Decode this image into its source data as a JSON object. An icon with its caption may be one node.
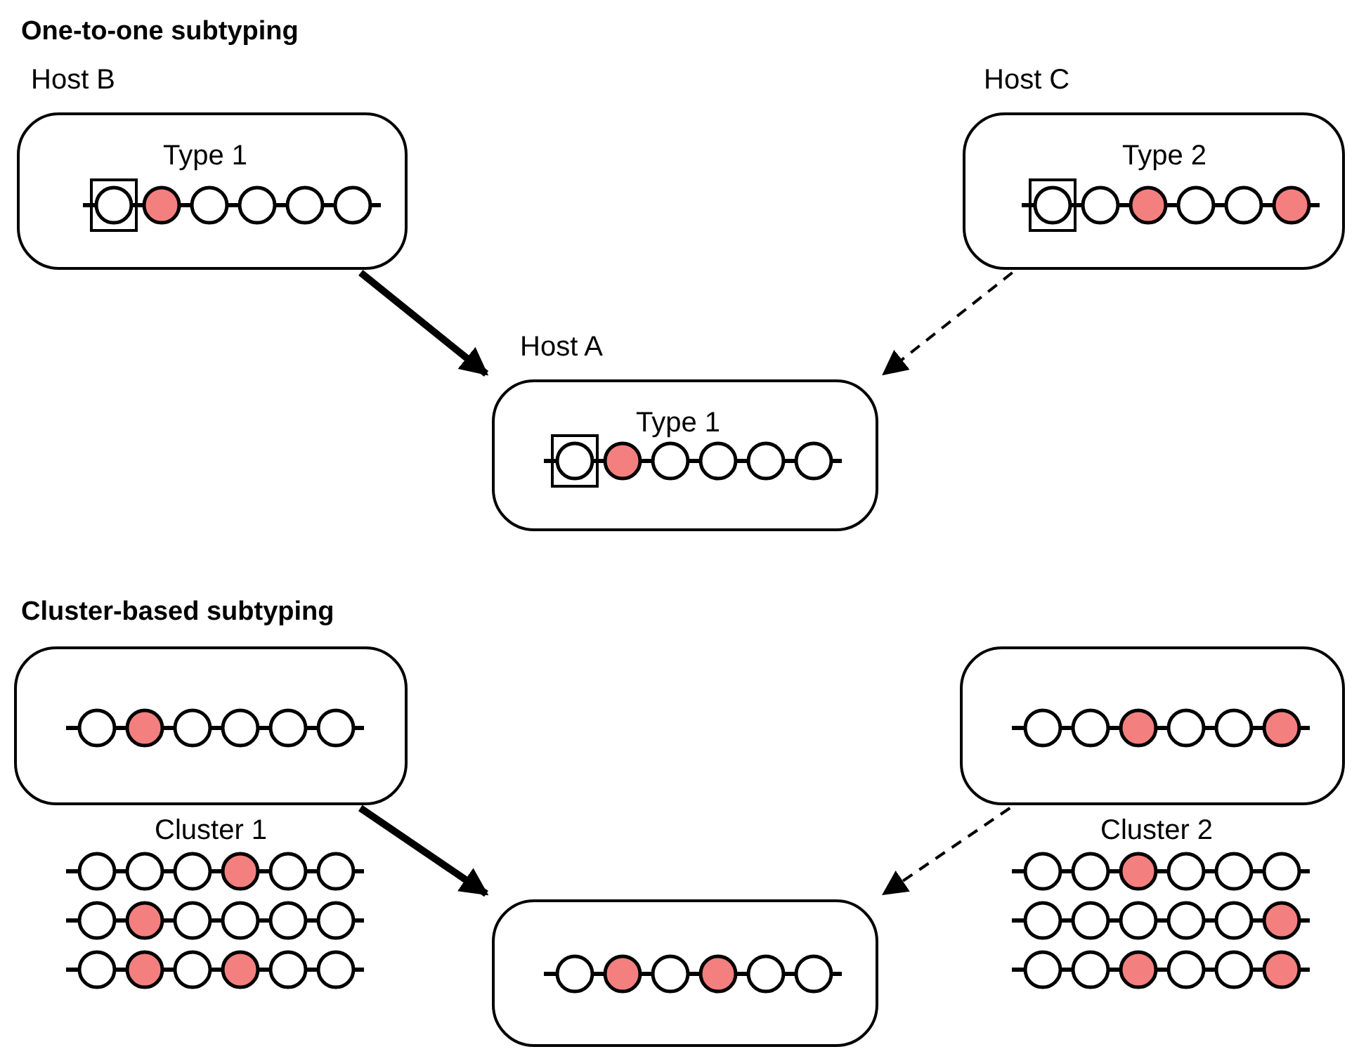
{
  "diagram": {
    "nodes": [
      {
        "text": [
          "Host B",
          "Type 1"
        ]
      },
      {
        "text": [
          "Host C",
          "Type 2"
        ]
      },
      {
        "text": [
          "Host A",
          "Type 1"
        ]
      },
      {
        "text": [],
        "shape": "box"
      },
      {
        "text": [],
        "shape": "box"
      },
      {
        "text": [],
        "shape": "box"
      }
    ],
    "edges": [
      {
        "from": 0,
        "to": 2,
        "arrow": "to",
        "style": "thick"
      },
      {
        "from": 1,
        "to": 2,
        "arrow": "to",
        "style": "dashed"
      },
      {
        "from": 3,
        "to": 5,
        "arrow": "to",
        "style": "thick"
      },
      {
        "from": 4,
        "to": 5,
        "arrow": "to",
        "style": "dashed"
      }
    ],
    "labels": [
      "One-to-one subtyping",
      "Cluster-based subtyping",
      "Cluster 1",
      "Cluster 2"
    ]
  }
}
